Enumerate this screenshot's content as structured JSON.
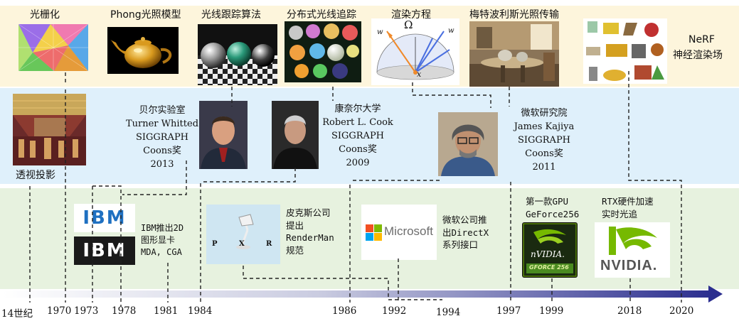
{
  "top_row": {
    "rasterization": "光栅化",
    "phong": "Phong光照模型",
    "ray_tracing": "光线跟踪算法",
    "distributed": "分布式光线追踪",
    "rendering_equation": "渲染方程",
    "mlt": "梅特波利斯光照传输",
    "nerf_line1": "NeRF",
    "nerf_line2": "神经渲染场"
  },
  "equation_glyphs": {
    "omega": "Ω",
    "wo": "w",
    "wi": "w",
    "x": "x"
  },
  "middle_row": {
    "perspective": "透视投影",
    "whitted": [
      "贝尔实验室",
      "Turner Whitted",
      "SIGGRAPH",
      "Coons奖",
      "2013"
    ],
    "cook": [
      "康奈尔大学",
      "Robert L. Cook",
      "SIGGRAPH",
      "Coons奖",
      "2009"
    ],
    "kajiya": [
      "微软研究院",
      "James Kajiya",
      "SIGGRAPH",
      "Coons奖",
      "2011"
    ]
  },
  "bottom_row": {
    "ibm_logo": "IBM",
    "ibm_text": [
      "IBM推出2D",
      "图形显卡",
      "MDA, CGA"
    ],
    "pixar_logo_letters": [
      "P",
      "X",
      "R"
    ],
    "pixar_text": [
      "皮克斯公司",
      "提出",
      "RenderMan",
      "规范"
    ],
    "microsoft_logo": "Microsoft",
    "microsoft_text": [
      "微软公司推",
      "出DirectX",
      "系列接口"
    ],
    "geforce_text": [
      "第一款GPU",
      "GeForce256"
    ],
    "geforce_logo": "nVIDIA.",
    "geforce_badge": "GFORCE 256",
    "rtx_text": [
      "RTX硬件加速",
      "实时光追"
    ],
    "rtx_logo": "NVIDIA."
  },
  "timeline": {
    "years": [
      "14世纪",
      "1970",
      "1973",
      "1978",
      "1981",
      "1984",
      "1986",
      "1992",
      "1994",
      "1997",
      "1999",
      "2018",
      "2020"
    ],
    "arrow_color": "#2b2e8f"
  },
  "colors": {
    "top_band": "#fdf5dc",
    "mid_band": "#dff0fb",
    "bottom_band": "#e7f2df",
    "ibm_blue": "#1f70c1",
    "nvidia_green": "#76b900"
  }
}
